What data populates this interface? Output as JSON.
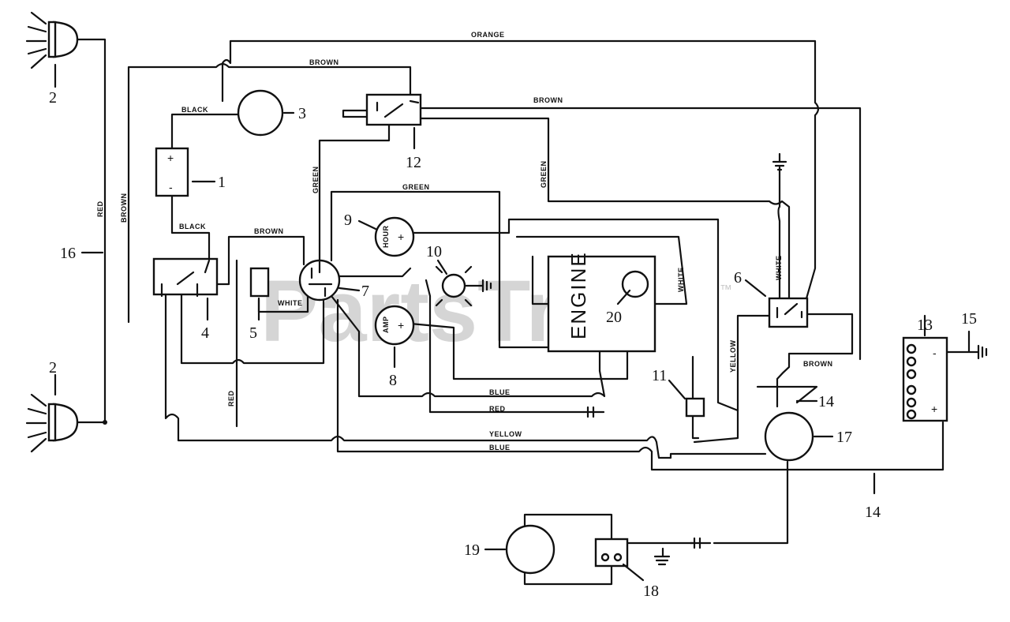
{
  "watermark": {
    "text": "PartsTree",
    "trademark": "™"
  },
  "wire_labels": {
    "orange": "ORANGE",
    "brown_top": "BROWN",
    "brown_right": "BROWN",
    "brown_left": "BROWN",
    "brown_mid": "BROWN",
    "brown_low": "BROWN",
    "black_top": "BLACK",
    "black_mid": "BLACK",
    "red_left": "RED",
    "red_low": "RED",
    "red_mid": "RED",
    "green_left": "GREEN",
    "green_mid": "GREEN",
    "green_right": "GREEN",
    "white_5": "WHITE",
    "white_eng": "WHITE",
    "white_6": "WHITE",
    "yellow_mid": "YELLOW",
    "yellow_right": "YELLOW",
    "blue_mid": "BLUE",
    "blue_low": "BLUE"
  },
  "components": {
    "engine_label": "ENGINE",
    "hour_meter_label": "HOUR",
    "amp_meter_label": "AMP",
    "plus_sign": "+",
    "minus_sign": "-"
  },
  "callouts": [
    "1",
    "2",
    "2",
    "3",
    "4",
    "5",
    "6",
    "7",
    "8",
    "9",
    "10",
    "11",
    "12",
    "13",
    "14",
    "14",
    "15",
    "16",
    "17",
    "18",
    "19",
    "20"
  ]
}
